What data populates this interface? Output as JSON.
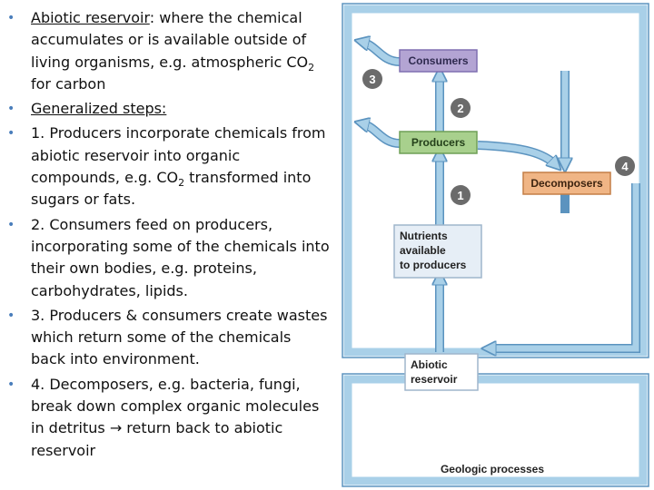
{
  "bullets": [
    {
      "underlined": "Abiotic reservoir",
      "text": ": where the chemical accumulates or is available outside of living organisms, e.g. atmospheric CO",
      "sub": "2",
      "tail": " for carbon"
    },
    {
      "underlined": "Generalized steps:",
      "text": ""
    },
    {
      "text_a": "1. Producers incorporate chemicals from abiotic reservoir into organic compounds, e.g. CO",
      "sub": "2",
      "text_b": " transformed into sugars or fats."
    },
    {
      "text": "2.  Consumers feed on producers, incorporating some of the chemicals into their own bodies, e.g. proteins, carbohydrates, lipids."
    },
    {
      "text": "3.  Producers & consumers create wastes which return some of the chemicals back into environment."
    },
    {
      "text_a": "4.  Decomposers, e.g. bacteria, fungi, break down complex organic molecules in detritus ",
      "arrow": "→",
      "text_b": " return back to abiotic reservoir"
    }
  ],
  "diagram": {
    "consumers": "Consumers",
    "producers": "Producers",
    "decomposers": "Decomposers",
    "nutrients": [
      "Nutrients",
      "available",
      "to producers"
    ],
    "abiotic": [
      "Abiotic",
      "reservoir"
    ],
    "geologic": "Geologic processes",
    "steps": [
      "1",
      "2",
      "3",
      "4"
    ]
  },
  "colors": {
    "pipe": "#a9d0e8",
    "pipe_edge": "#5b93bf",
    "consumers_box": "#b3a4d3",
    "producers_box": "#a8d08d",
    "decomposers_box": "#f0b585",
    "nutrients_box": "#e6eef6",
    "bullet": "#4a7ebb"
  }
}
